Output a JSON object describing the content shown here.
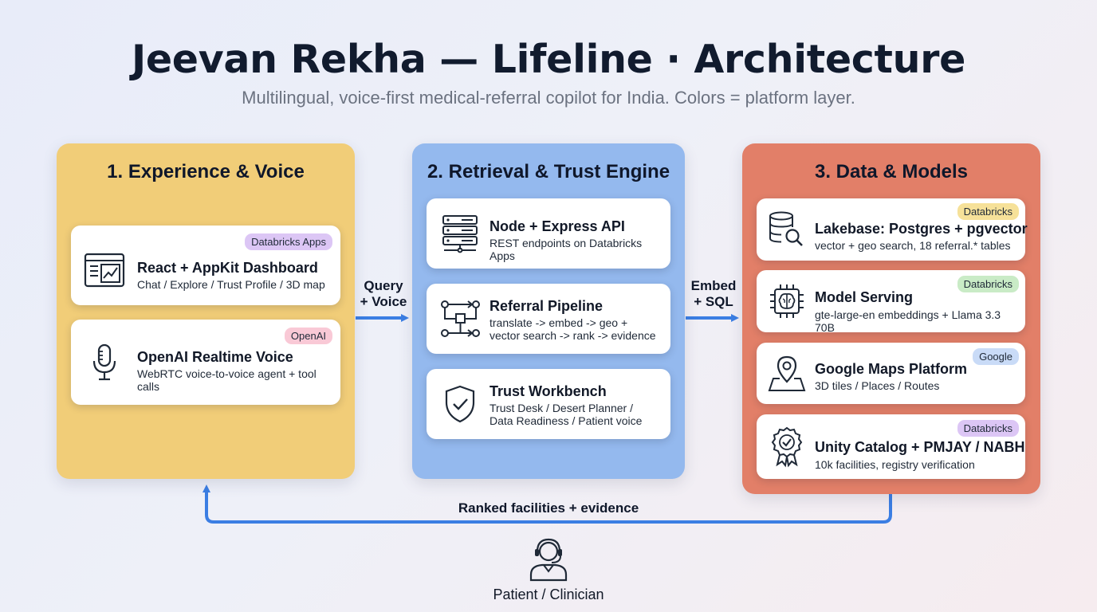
{
  "title": "Jeevan Rekha — Lifeline · Architecture",
  "subtitle": "Multilingual, voice-first medical-referral copilot for India. Colors = platform layer.",
  "panels": [
    {
      "title": "1. Experience & Voice",
      "cards": [
        {
          "title": "React + AppKit Dashboard",
          "subtitle": "Chat / Explore / Trust Profile / 3D map",
          "badge": "Databricks Apps",
          "icon": "dashboard-icon"
        },
        {
          "title": "OpenAI Realtime Voice",
          "subtitle": "WebRTC voice-to-voice agent + tool calls",
          "badge": "OpenAI",
          "icon": "microphone-icon"
        }
      ]
    },
    {
      "title": "2. Retrieval & Trust Engine",
      "cards": [
        {
          "title": "Node + Express API",
          "subtitle": "REST endpoints on Databricks Apps",
          "icon": "server-icon"
        },
        {
          "title": "Referral Pipeline",
          "subtitle": "translate -> embed -> geo + vector search -> rank -> evidence",
          "icon": "pipeline-icon"
        },
        {
          "title": "Trust Workbench",
          "subtitle": "Trust Desk / Desert Planner / Data Readiness / Patient voice",
          "icon": "shield-check-icon"
        }
      ]
    },
    {
      "title": "3. Data & Models",
      "cards": [
        {
          "title": "Lakebase: Postgres + pgvector",
          "subtitle": "vector + geo search, 18 referral.* tables",
          "badge": "Databricks",
          "icon": "database-search-icon"
        },
        {
          "title": "Model Serving",
          "subtitle": "gte-large-en embeddings + Llama 3.3 70B",
          "badge": "Databricks",
          "icon": "chip-brain-icon"
        },
        {
          "title": "Google Maps Platform",
          "subtitle": "3D tiles / Places / Routes",
          "badge": "Google",
          "icon": "map-pin-icon"
        },
        {
          "title": "Unity Catalog + PMJAY / NABH",
          "subtitle": "10k facilities, registry verification",
          "badge": "Databricks",
          "icon": "certificate-icon"
        }
      ]
    }
  ],
  "flows": {
    "query_voice": "Query\n+ Voice",
    "embed_sql": "Embed\n+ SQL",
    "feedback": "Ranked facilities + evidence"
  },
  "user": {
    "label": "Patient / Clinician",
    "icon": "headset-user-icon"
  },
  "colors": {
    "experience": "#f1cd78",
    "retrieval": "#94b9ee",
    "data": "#e27f68",
    "arrow": "#3b7ee3"
  }
}
